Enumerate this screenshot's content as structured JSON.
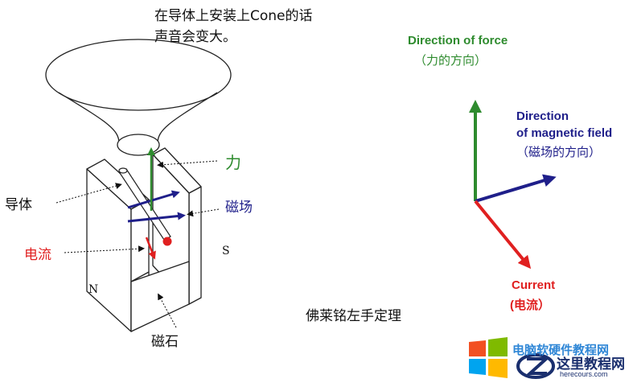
{
  "caption": {
    "line1": "在导体上安装上Cone的话",
    "line2": "声音会变大。"
  },
  "motor_labels": {
    "force": "力",
    "conductor": "导体",
    "magnetic_field": "磁场",
    "current": "电流",
    "south": "S",
    "north": "N",
    "magnet": "磁石"
  },
  "rule": {
    "force_en": "Direction of force",
    "force_cn": "（力的方向）",
    "field_en_1": "Direction",
    "field_en_2": "of magnetic field",
    "field_cn": "（磁场的方向）",
    "current_en": "Current",
    "current_cn": "(电流）",
    "title": "佛莱铭左手定理"
  },
  "watermark": {
    "top_text": "电脑软硬件教程网",
    "brand": "这里教程网",
    "url": "herecours.com"
  },
  "colors": {
    "force": "#2e8b2e",
    "field": "#1f1f8a",
    "current": "#e02020"
  }
}
